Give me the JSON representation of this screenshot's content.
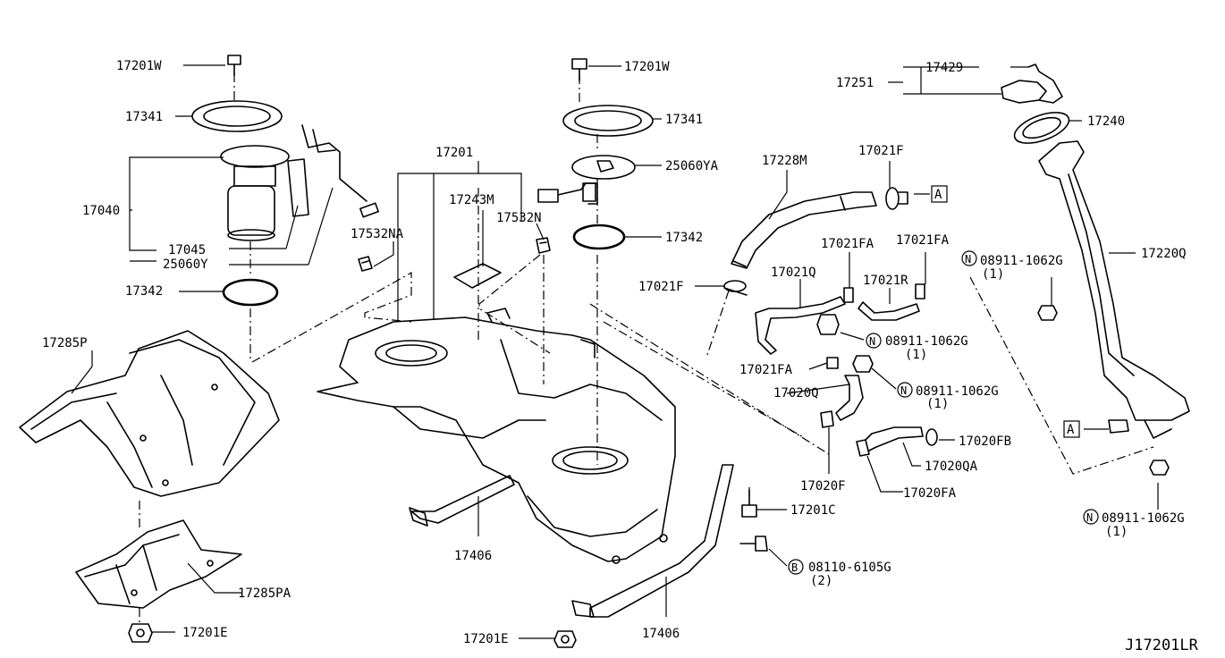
{
  "diagram_id": "J17201LR",
  "callouts": {
    "c_17201W_left": "17201W",
    "c_17341_left": "17341",
    "c_17040": "17040",
    "c_17045": "17045",
    "c_25060Y": "25060Y",
    "c_17342_left": "17342",
    "c_17285P": "17285P",
    "c_17285PA": "17285PA",
    "c_17201E_left": "17201E",
    "c_17201": "17201",
    "c_17243M": "17243M",
    "c_17532NA": "17532NA",
    "c_17532N": "17532N",
    "c_17201W_center": "17201W",
    "c_17341_center": "17341",
    "c_25060YA": "25060YA",
    "c_17342_center": "17342",
    "c_17406_a": "17406",
    "c_17406_b": "17406",
    "c_17201C": "17201C",
    "c_17201E_bottom": "17201E",
    "c_08110": "08110-6105G",
    "c_08110_qty": "(2)",
    "c_17228M": "17228M",
    "c_17021F_top": "17021F",
    "c_17021F_mid": "17021F",
    "c_17021FA_a": "17021FA",
    "c_17021FA_b": "17021FA",
    "c_17021Q": "17021Q",
    "c_17021R": "17021R",
    "c_17021FA_c": "17021FA",
    "c_17020Q": "17020Q",
    "c_17020F": "17020F",
    "c_17020FA": "17020FA",
    "c_17020FB": "17020FB",
    "c_17020QA": "17020QA",
    "c_08911_a": "08911-1062G",
    "c_08911_a_qty": "(1)",
    "c_08911_b": "08911-1062G",
    "c_08911_b_qty": "(1)",
    "c_08911_c": "08911-1062G",
    "c_08911_c_qty": "(1)",
    "c_08911_d": "08911-1062G",
    "c_08911_d_qty": "(1)",
    "c_17429": "17429",
    "c_17251": "17251",
    "c_17240": "17240",
    "c_17220Q": "17220Q"
  },
  "markers": {
    "ref_a": "A",
    "n_marker": "N",
    "b_marker": "B"
  }
}
